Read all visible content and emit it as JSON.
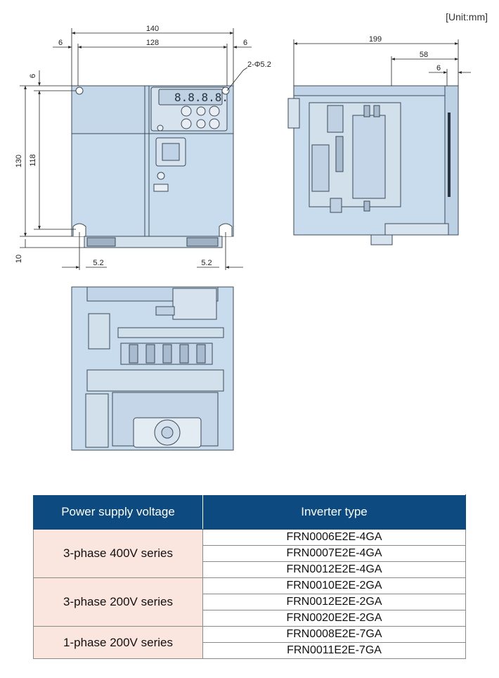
{
  "unit_label": "[Unit:mm]",
  "dimensions": {
    "front_width": "140",
    "front_inner_width": "128",
    "front_left_margin": "6",
    "front_right_margin": "6",
    "mount_hole": "2-Φ5.2",
    "top_margin": "6",
    "height": "130",
    "hole_pitch_height": "118",
    "bottom_margin": "10",
    "bottom_left_offset": "5.2",
    "bottom_right_offset": "5.2",
    "side_depth": "199",
    "side_depth_front": "58",
    "side_depth_edge": "6"
  },
  "table": {
    "headers": [
      "Power supply voltage",
      "Inverter type"
    ],
    "groups": [
      {
        "voltage": "3-phase 400V series",
        "models": [
          "FRN0006E2E-4GA",
          "FRN0007E2E-4GA",
          "FRN0012E2E-4GA"
        ]
      },
      {
        "voltage": "3-phase 200V series",
        "models": [
          "FRN0010E2E-2GA",
          "FRN0012E2E-2GA",
          "FRN0020E2E-2GA"
        ]
      },
      {
        "voltage": "1-phase 200V series",
        "models": [
          "FRN0008E2E-7GA",
          "FRN0011E2E-7GA"
        ]
      }
    ]
  },
  "colors": {
    "header_bg": "#0c4a80",
    "voltage_cell_bg": "#fbe5df",
    "drawing_fill": "#c9dced",
    "drawing_stroke": "#3c4a58"
  }
}
